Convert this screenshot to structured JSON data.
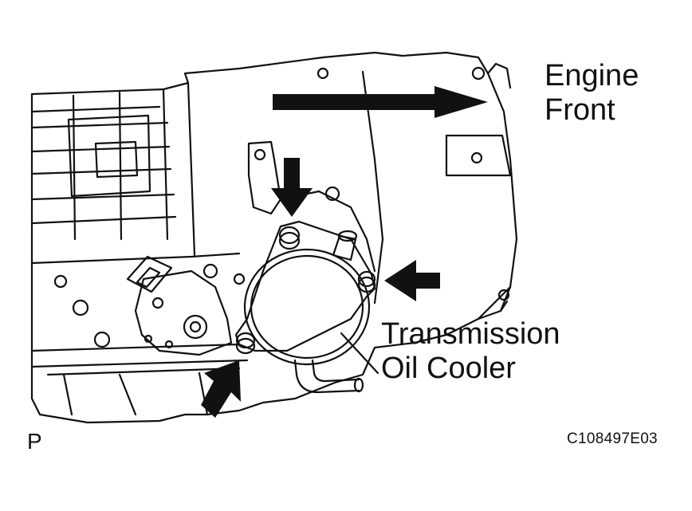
{
  "diagram": {
    "labels": {
      "engine_front": "Engine\nFront",
      "transmission_oil_cooler": "Transmission\nOil Cooler",
      "view_marker": "P",
      "figure_code": "C108497E03"
    },
    "arrows": [
      {
        "name": "engine-front-direction-arrow",
        "points_to": "engine front"
      },
      {
        "name": "top-bolt-arrow",
        "points_to": "bolt"
      },
      {
        "name": "right-bolt-arrow",
        "points_to": "bolt"
      },
      {
        "name": "bottom-bolt-arrow",
        "points_to": "bolt"
      }
    ],
    "colors": {
      "line": "#111111",
      "background": "#ffffff"
    }
  }
}
